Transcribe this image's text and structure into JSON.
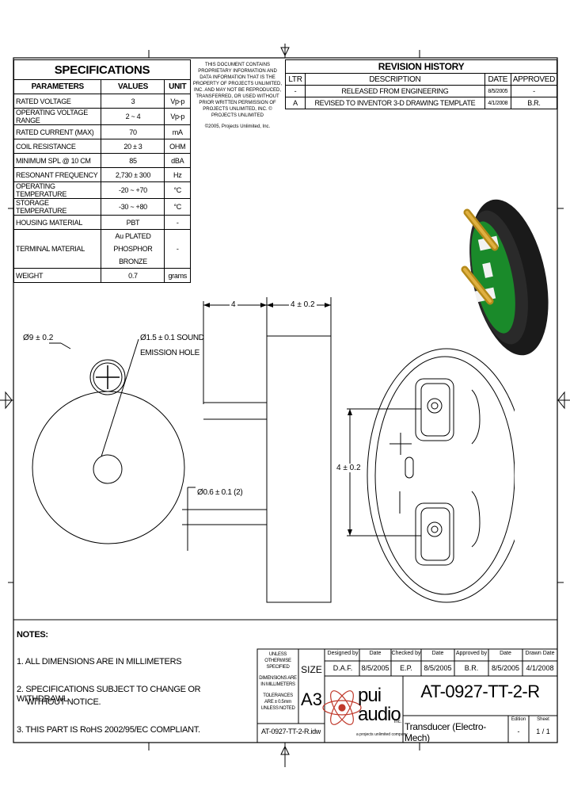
{
  "spec": {
    "title": "SPECIFICATIONS",
    "headers": [
      "PARAMETERS",
      "VALUES",
      "UNIT"
    ],
    "rows": [
      {
        "param": "RATED VOLTAGE",
        "value": "3",
        "unit": "Vp-p"
      },
      {
        "param": "OPERATING VOLTAGE RANGE",
        "value": "2 ~ 4",
        "unit": "Vp-p"
      },
      {
        "param": "RATED CURRENT (MAX)",
        "value": "70",
        "unit": "mA"
      },
      {
        "param": "COIL RESISTANCE",
        "value": "20 ± 3",
        "unit": "OHM"
      },
      {
        "param": "MINIMUM SPL @ 10 CM",
        "value": "85",
        "unit": "dBA"
      },
      {
        "param": "RESONANT FREQUENCY",
        "value": "2,730 ± 300",
        "unit": "Hz"
      },
      {
        "param": "OPERATING TEMPERATURE",
        "value": "-20 ~ +70",
        "unit": "°C"
      },
      {
        "param": "STORAGE TEMPERATURE",
        "value": "-30 ~ +80",
        "unit": "°C"
      },
      {
        "param": "HOUSING MATERIAL",
        "value": "PBT",
        "unit": "-"
      },
      {
        "param": "TERMINAL MATERIAL",
        "value": "Au PLATED PHOSPHOR BRONZE",
        "unit": "-"
      },
      {
        "param": "WEIGHT",
        "value": "0.7",
        "unit": "grams"
      }
    ]
  },
  "proprietary": {
    "text": "THIS DOCUMENT CONTAINS PROPRIETARY INFORMATION AND DATA INFORMATION THAT IS THE PROPERTY OF PROJECTS UNLIMITED, INC. AND MAY NOT BE REPRODUCED, TRANSFERRED, OR USED WITHOUT PRIOR WRITTEN PERMISSION OF PROJECTS UNLIMITED, INC. © PROJECTS UNLIMITED",
    "copyright": "©2005, Projects Unlimited, Inc."
  },
  "revision": {
    "title": "REVISION HISTORY",
    "headers": [
      "LTR",
      "DESCRIPTION",
      "DATE",
      "APPROVED"
    ],
    "rows": [
      {
        "ltr": "-",
        "desc": "RELEASED FROM ENGINEERING",
        "date": "8/5/2005",
        "approved": "-"
      },
      {
        "ltr": "A",
        "desc": "REVISED TO INVENTOR 3-D DRAWING TEMPLATE",
        "date": "4/1/2008",
        "approved": "B.R."
      }
    ]
  },
  "drawing": {
    "dim_4": "4",
    "dim_4_02_top": "4 ± 0.2",
    "dim_dia9": "Ø9 ± 0.2",
    "sound_hole_1": "Ø1.5 ± 0.1 SOUND",
    "sound_hole_2": "EMISSION HOLE",
    "pin_dia": "Ø0.6 ± 0.1 (2)",
    "dim_4_02_side": "4 ± 0.2"
  },
  "notes": {
    "title": "NOTES:",
    "n1": "1. ALL DIMENSIONS ARE IN MILLIMETERS",
    "n2a": "2. SPECIFICATIONS SUBJECT TO CHANGE OR WITHDRAWL",
    "n2b": "WITHOUT NOTICE.",
    "n3": "3. THIS PART IS RoHS 2002/95/EC COMPLIANT."
  },
  "titleblock": {
    "unless_1": "UNLESS OTHERWISE",
    "unless_2": "SPECIFIED",
    "dim_are_1": "DIMENSIONS ARE",
    "dim_are_2": "IN MILLIMETERS",
    "tol_1": "TOLERANCES",
    "tol_2": "ARE ± 0.5mm",
    "tol_3": "UNLESS NOTED",
    "size_label": "SIZE",
    "size": "A3",
    "file": "AT-0927-TT-2-R.idw",
    "logo_pui": "pui",
    "logo_audio": "audio",
    "logo_inc": "inc.",
    "logo_tag": "a projects unlimited company",
    "designed_by_label": "Designed by",
    "designed_by": "D.A.F.",
    "date1_label": "Date",
    "date1": "8/5/2005",
    "checked_by_label": "Checked by",
    "checked_by": "E.P.",
    "date2_label": "Date",
    "date2": "8/5/2005",
    "approved_by_label": "Approved by",
    "approved_by": "B.R.",
    "date3_label": "Date",
    "date3": "8/5/2005",
    "drawn_date_label": "Drawn Date",
    "drawn_date": "4/1/2008",
    "part_number": "AT-0927-TT-2-R",
    "description": "Transducer (Electro-Mech)",
    "edition_label": "Edition",
    "edition": "-",
    "sheet_label": "Sheet",
    "sheet": "1 / 1"
  }
}
